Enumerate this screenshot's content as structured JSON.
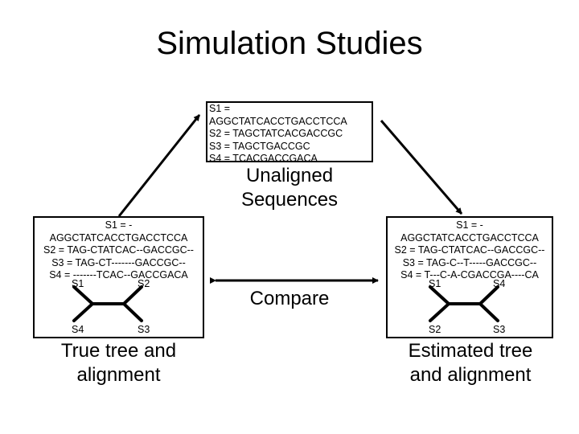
{
  "title": "Simulation Studies",
  "unaligned": {
    "label": "Unaligned Sequences",
    "label_lines": [
      "Unaligned",
      "Sequences"
    ],
    "sequences": [
      "S1 =",
      "AGGCTATCACCTGACCTCCA",
      "S2 = TAGCTATCACGACCGC",
      "S3 = TAGCTGACCGC",
      "S4 = TCACGACCGACA"
    ]
  },
  "true_panel": {
    "caption_lines": [
      "True tree and",
      "alignment"
    ],
    "sequences": [
      "S1 = -",
      "AGGCTATCACCTGACCTCCA",
      "S2 = TAG-CTATCAC--GACCGC--",
      "S3 = TAG-CT-------GACCGC--",
      "S4 = -------TCAC--GACCGACA"
    ],
    "leaves": {
      "top_left": "S1",
      "top_right": "S2",
      "bottom_left": "S4",
      "bottom_right": "S3"
    }
  },
  "estimated_panel": {
    "caption_lines": [
      "Estimated tree",
      "and alignment"
    ],
    "sequences": [
      "S1 = -",
      "AGGCTATCACCTGACCTCCA",
      "S2 = TAG-CTATCAC--GACCGC--",
      "S3 = TAG-C--T-----GACCGC--",
      "S4 = T---C-A-CGACCGA----CA"
    ],
    "leaves": {
      "top_left": "S1",
      "top_right": "S4",
      "bottom_left": "S2",
      "bottom_right": "S3"
    }
  },
  "compare_label": "Compare"
}
